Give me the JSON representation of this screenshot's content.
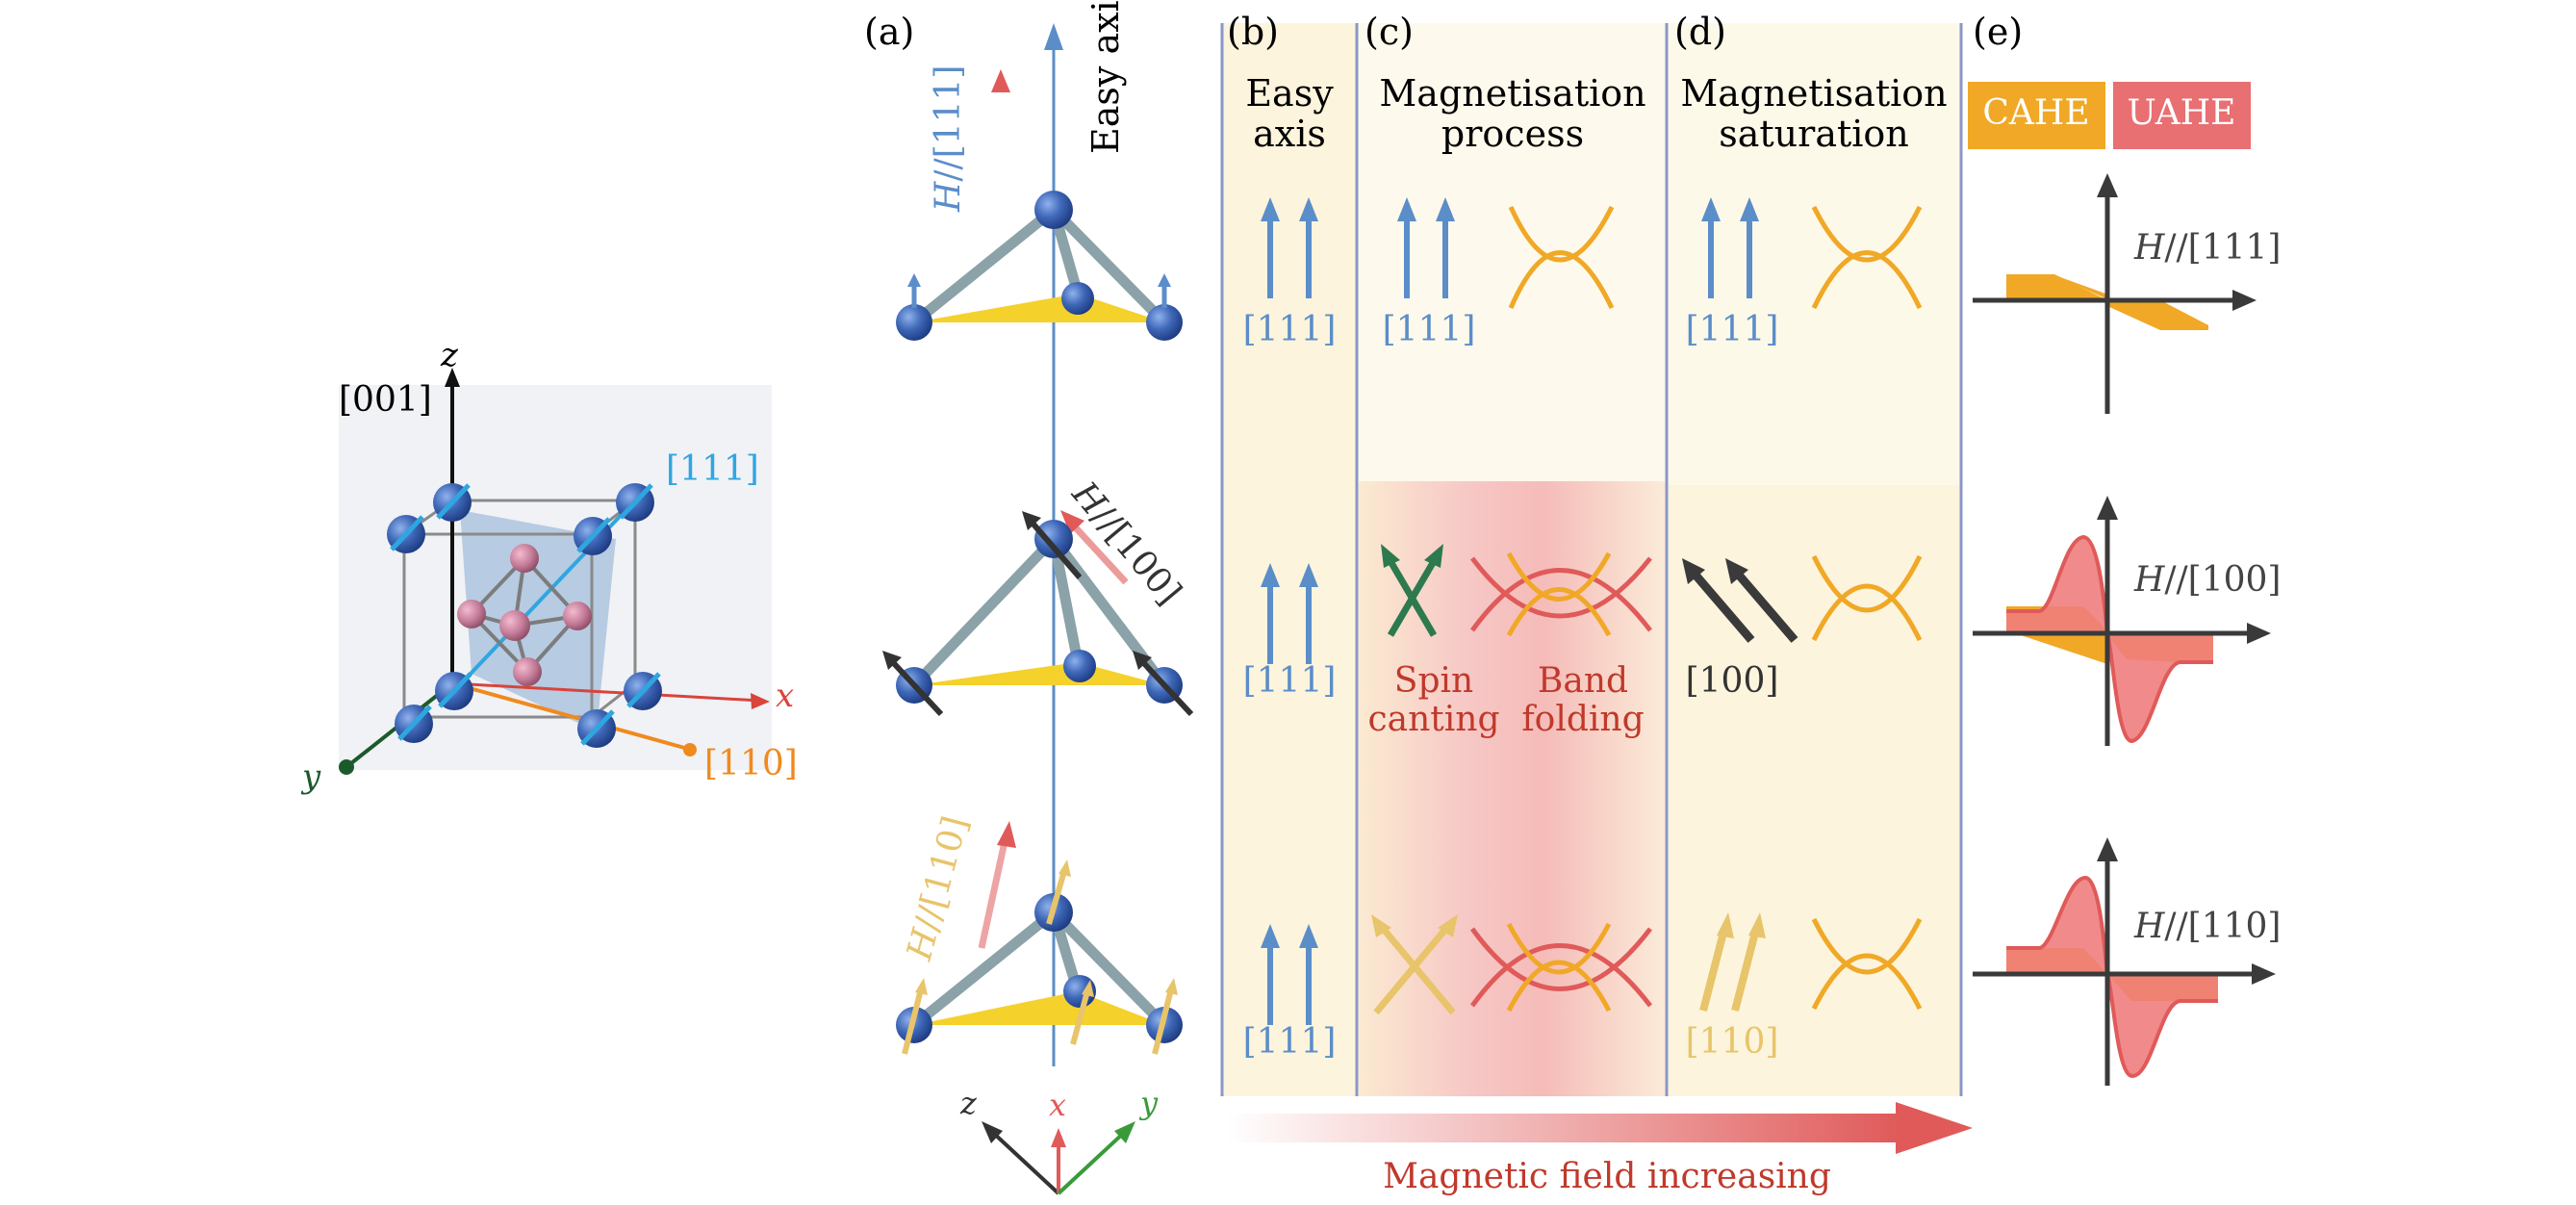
{
  "panels": {
    "a": "(a)",
    "b": "(b)",
    "c": "(c)",
    "d": "(d)",
    "e": "(e)"
  },
  "headers": {
    "easy_axis_1": "Easy",
    "easy_axis_2": "axis",
    "mag_process_1": "Magnetisation",
    "mag_process_2": "process",
    "mag_sat_1": "Magnetisation",
    "mag_sat_2": "saturation"
  },
  "crystal": {
    "z_label": "z",
    "x_label": "x",
    "y_label": "y",
    "dir_001": "[001]",
    "dir_111": "[111]",
    "dir_110": "[110]"
  },
  "field_labels": {
    "easy_axis": "Easy axis",
    "h111_H": "H",
    "h111_dir": "//[111]",
    "h100_H": "H",
    "h100_dir": "//[100]",
    "h110_H": "H",
    "h110_dir": "//[110]"
  },
  "row_labels": {
    "b_111_r1": "[111]",
    "b_111_r2": "[111]",
    "b_111_r3": "[111]",
    "c_111_r1": "[111]",
    "d_111_r1": "[111]",
    "d_100_r2": "[100]",
    "d_110_r3": "[110]",
    "spin_1": "Spin",
    "spin_2": "canting",
    "band_1": "Band",
    "band_2": "folding"
  },
  "legend": {
    "cahe": "CAHE",
    "uahe": "UAHE"
  },
  "graphs": {
    "g1_H": "H",
    "g1_dir": "//[111]",
    "g2_H": "H",
    "g2_dir": "//[100]",
    "g3_H": "H",
    "g3_dir": "//[110]"
  },
  "axes_icon": {
    "z": "z",
    "x": "x",
    "y": "y"
  },
  "bottom": {
    "field_increasing": "Magnetic field increasing"
  },
  "colors": {
    "blue_arrow": "#5b8dc9",
    "black_arrow": "#3a3a3a",
    "yellow_arrow": "#e8c46a",
    "green_arrow": "#2d7a4f",
    "orange": "#f0a826",
    "red": "#e05a5a",
    "panel_bg": "#fcf4dc",
    "divider": "#8b97c9"
  }
}
